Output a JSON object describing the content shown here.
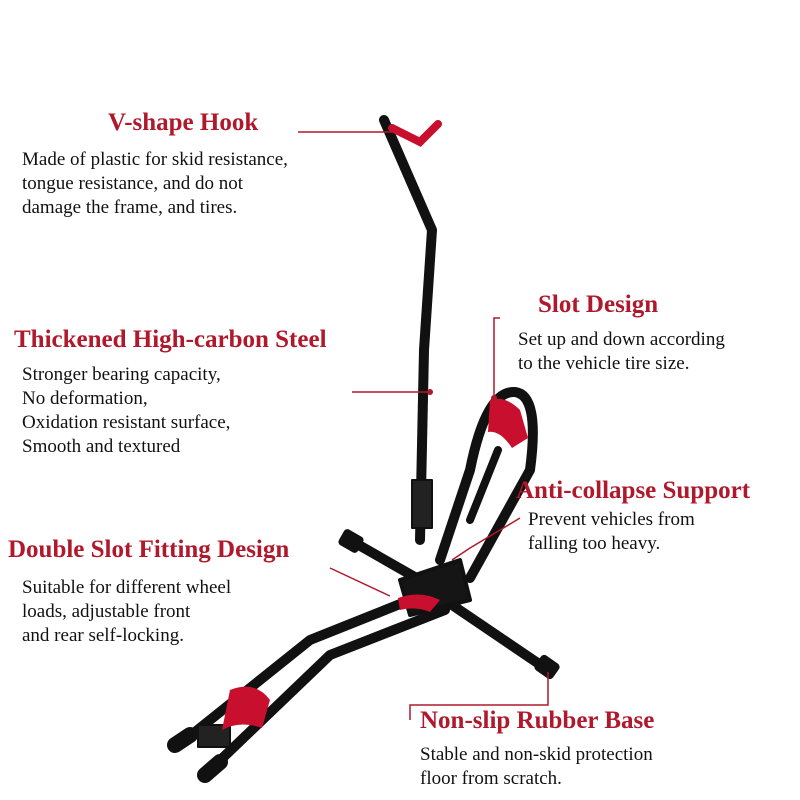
{
  "colors": {
    "accent": "#b0182b",
    "frame": "#111111",
    "pad": "#c8102e"
  },
  "callouts": {
    "hook": {
      "title": "V-shape Hook",
      "lines": [
        "Made of plastic for skid resistance,",
        "tongue resistance, and do not",
        "damage the frame, and tires."
      ]
    },
    "steel": {
      "title": "Thickened High-carbon Steel",
      "lines": [
        "Stronger bearing capacity,",
        "No deformation,",
        "Oxidation resistant surface,",
        "Smooth and textured"
      ]
    },
    "slot": {
      "title": "Slot Design",
      "lines": [
        "Set up and down according",
        "to the vehicle tire size."
      ]
    },
    "anticollapse": {
      "title": "Anti-collapse Support",
      "lines": [
        "Prevent vehicles from",
        "falling too heavy."
      ]
    },
    "doubleslot": {
      "title": "Double Slot Fitting Design",
      "lines": [
        "Suitable for different wheel",
        "loads, adjustable front",
        "and rear self-locking."
      ]
    },
    "base": {
      "title": "Non-slip Rubber Base",
      "lines": [
        "Stable and non-skid protection",
        "floor from scratch."
      ]
    }
  }
}
